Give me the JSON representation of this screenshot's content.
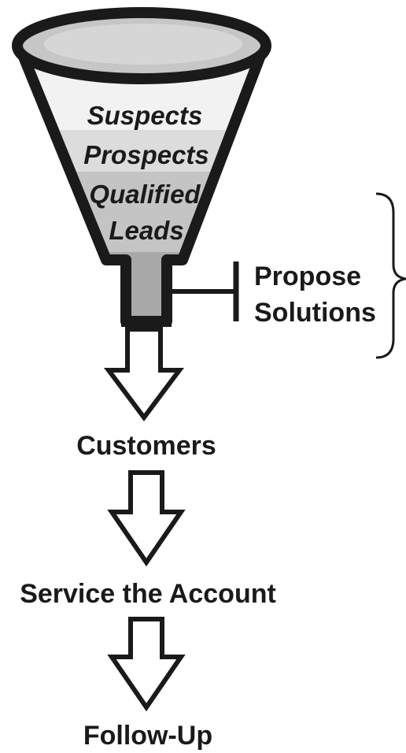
{
  "funnel": {
    "stages": [
      "Suspects",
      "Prospects",
      "Qualified",
      "Leads"
    ],
    "stage_colors": {
      "rim_inner": "#c6c6c6",
      "band_suspects": "#f2f2f2",
      "band_prospects": "#dcdcdc",
      "band_qualified": "#c4c4c4",
      "band_bottom": "#a8a8a8",
      "outline": "#1a1a1a"
    }
  },
  "side_callout": {
    "line1": "Propose",
    "line2": "Solutions"
  },
  "steps": [
    {
      "label": "Customers"
    },
    {
      "label": "Service the Account"
    },
    {
      "label": "Follow-Up"
    }
  ]
}
